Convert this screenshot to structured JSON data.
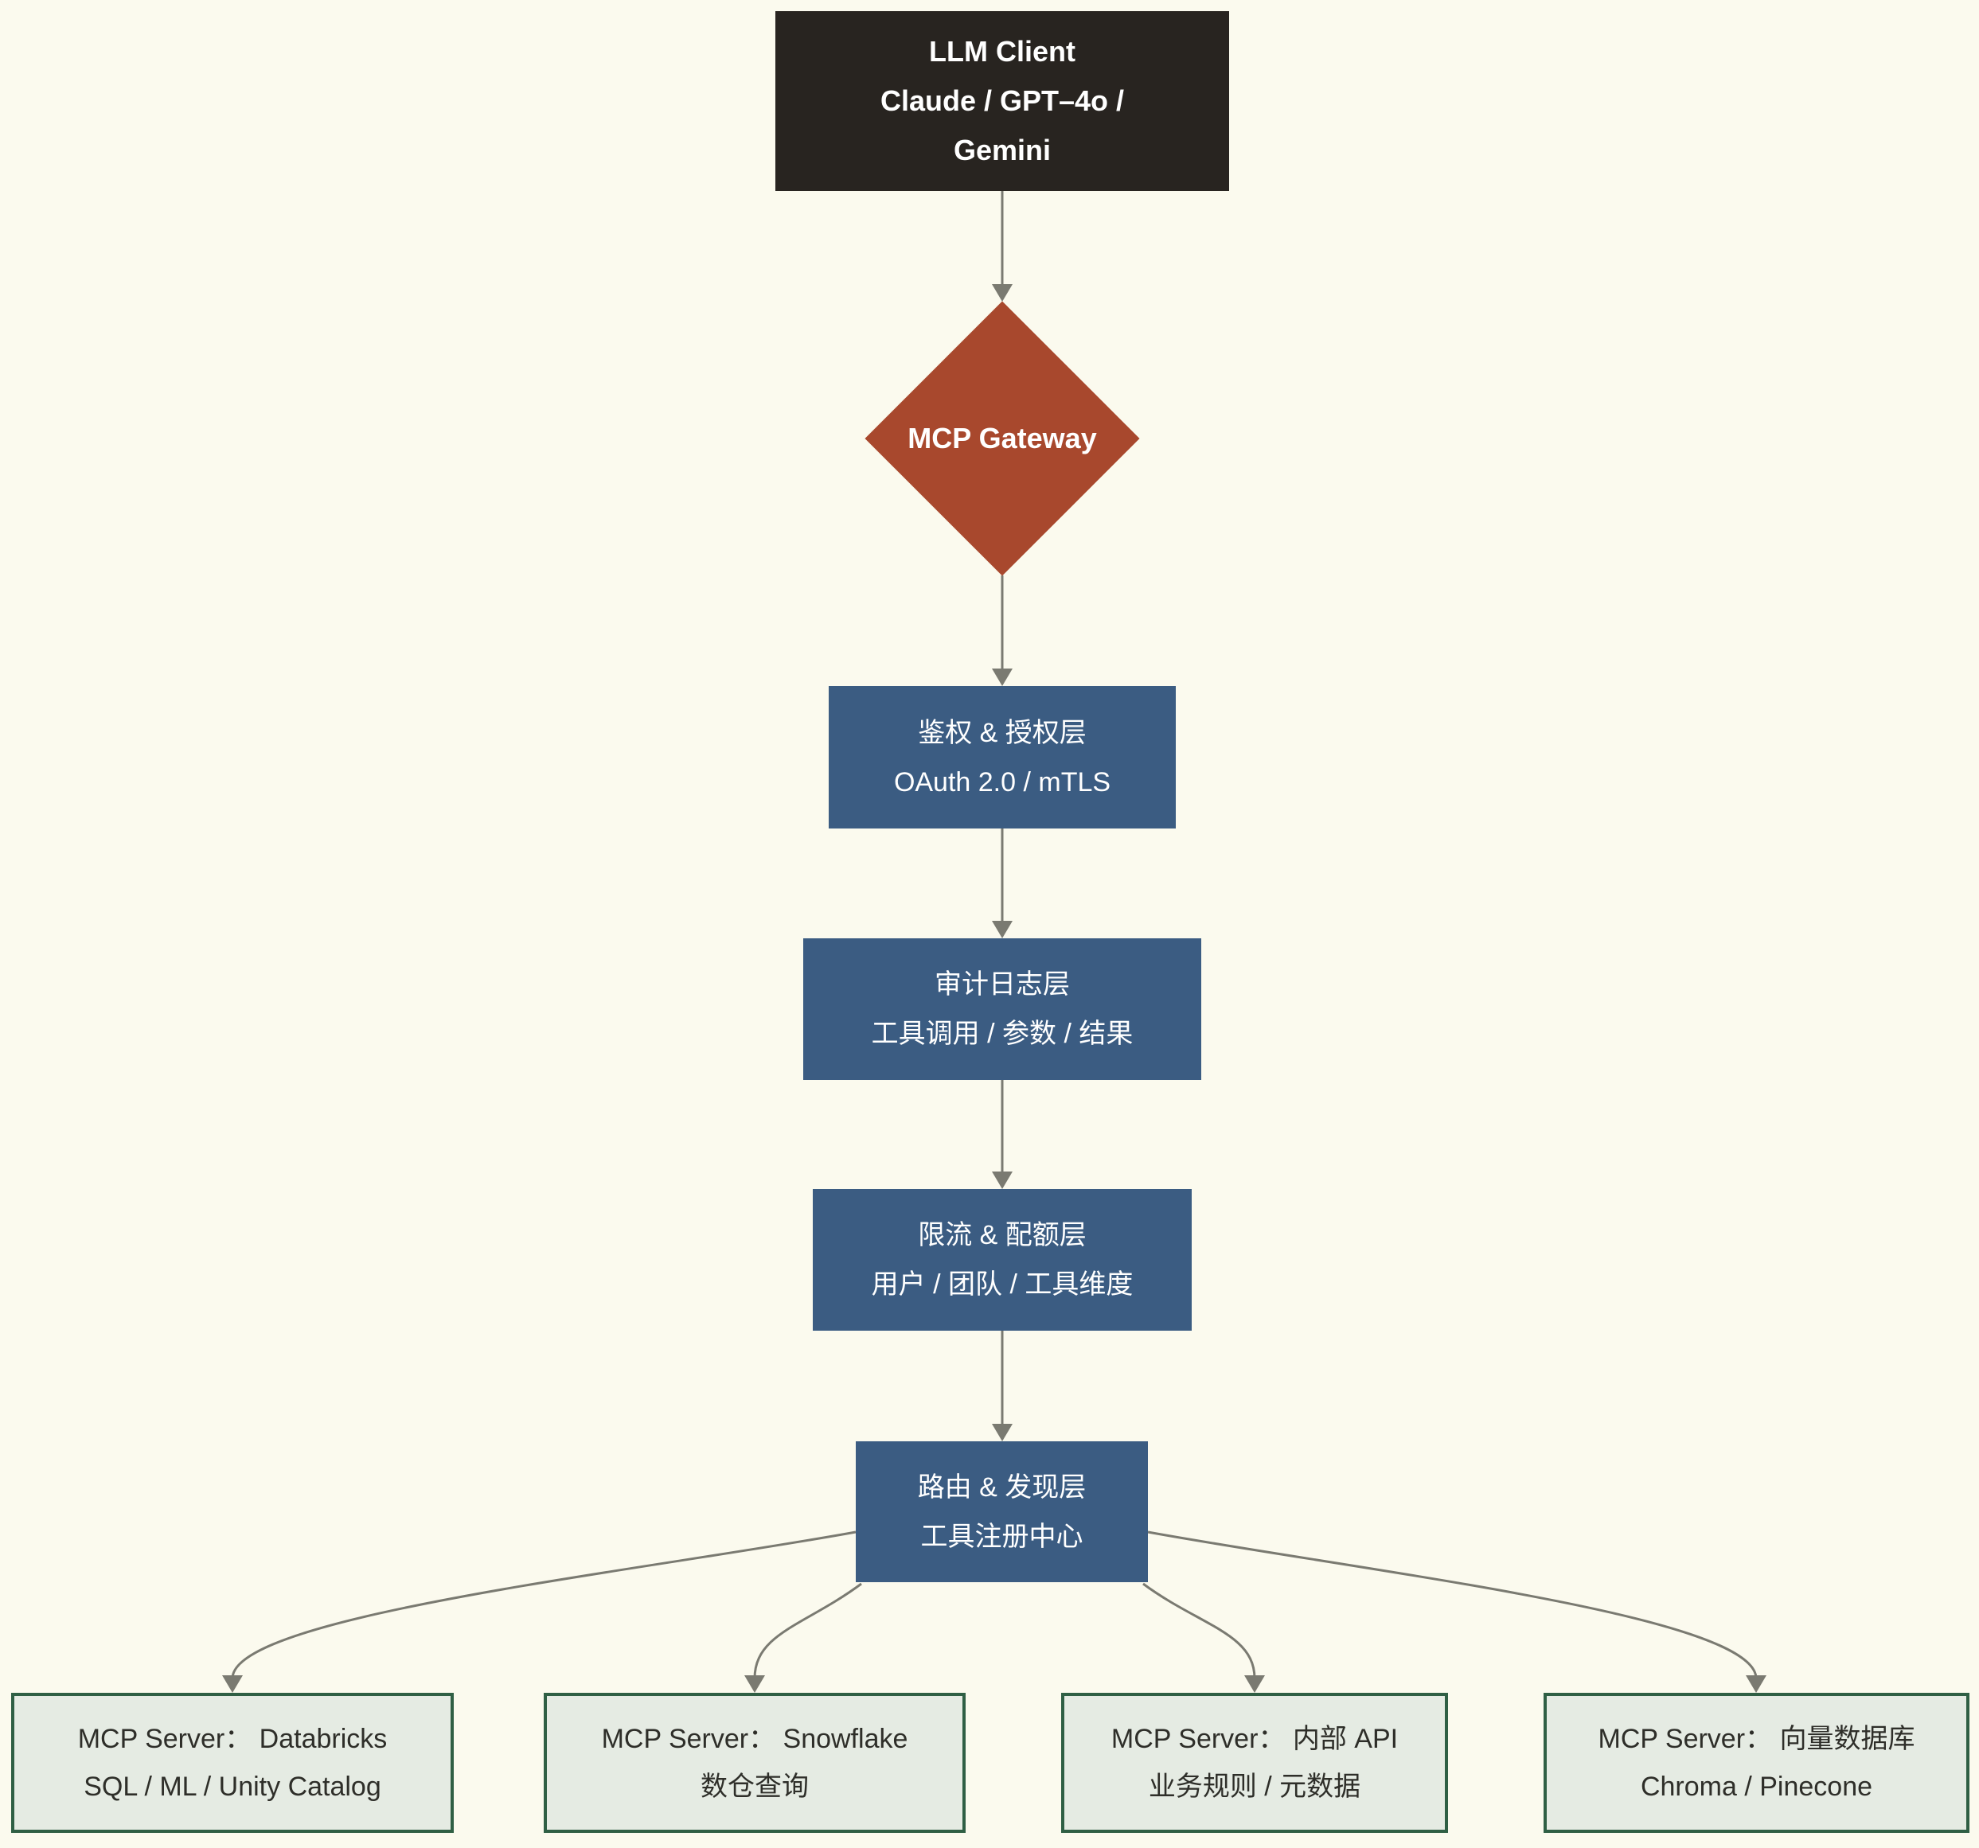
{
  "colors": {
    "background": "#FBFAEE",
    "node_black": "#282420",
    "node_red": "#A8482D",
    "node_blue": "#3B5C82",
    "green_fill": "#E5EBE3",
    "green_border": "#2F5F44",
    "connector": "#7A7A71",
    "text_light": "#FFFFFF",
    "text_dark": "#2E2E29"
  },
  "diagram": {
    "llm_client": {
      "line1": "LLM Client",
      "line2": "Claude / GPT–4o /",
      "line3": "Gemini"
    },
    "gateway": {
      "label": "MCP Gateway"
    },
    "auth_layer": {
      "line1": "鉴权 & 授权层",
      "line2": "OAuth 2.0 / mTLS"
    },
    "audit_layer": {
      "line1": "审计日志层",
      "line2": "工具调用 / 参数 / 结果"
    },
    "rate_limit_layer": {
      "line1": "限流 & 配额层",
      "line2": "用户 / 团队 / 工具维度"
    },
    "routing_layer": {
      "line1": "路由 & 发现层",
      "line2": "工具注册中心"
    },
    "servers": [
      {
        "line1": "MCP Server： Databricks",
        "line2": "SQL / ML / Unity Catalog"
      },
      {
        "line1": "MCP Server： Snowflake",
        "line2": "数仓查询"
      },
      {
        "line1": "MCP Server： 内部 API",
        "line2": "业务规则 / 元数据"
      },
      {
        "line1": "MCP Server： 向量数据库",
        "line2": "Chroma / Pinecone"
      }
    ]
  }
}
